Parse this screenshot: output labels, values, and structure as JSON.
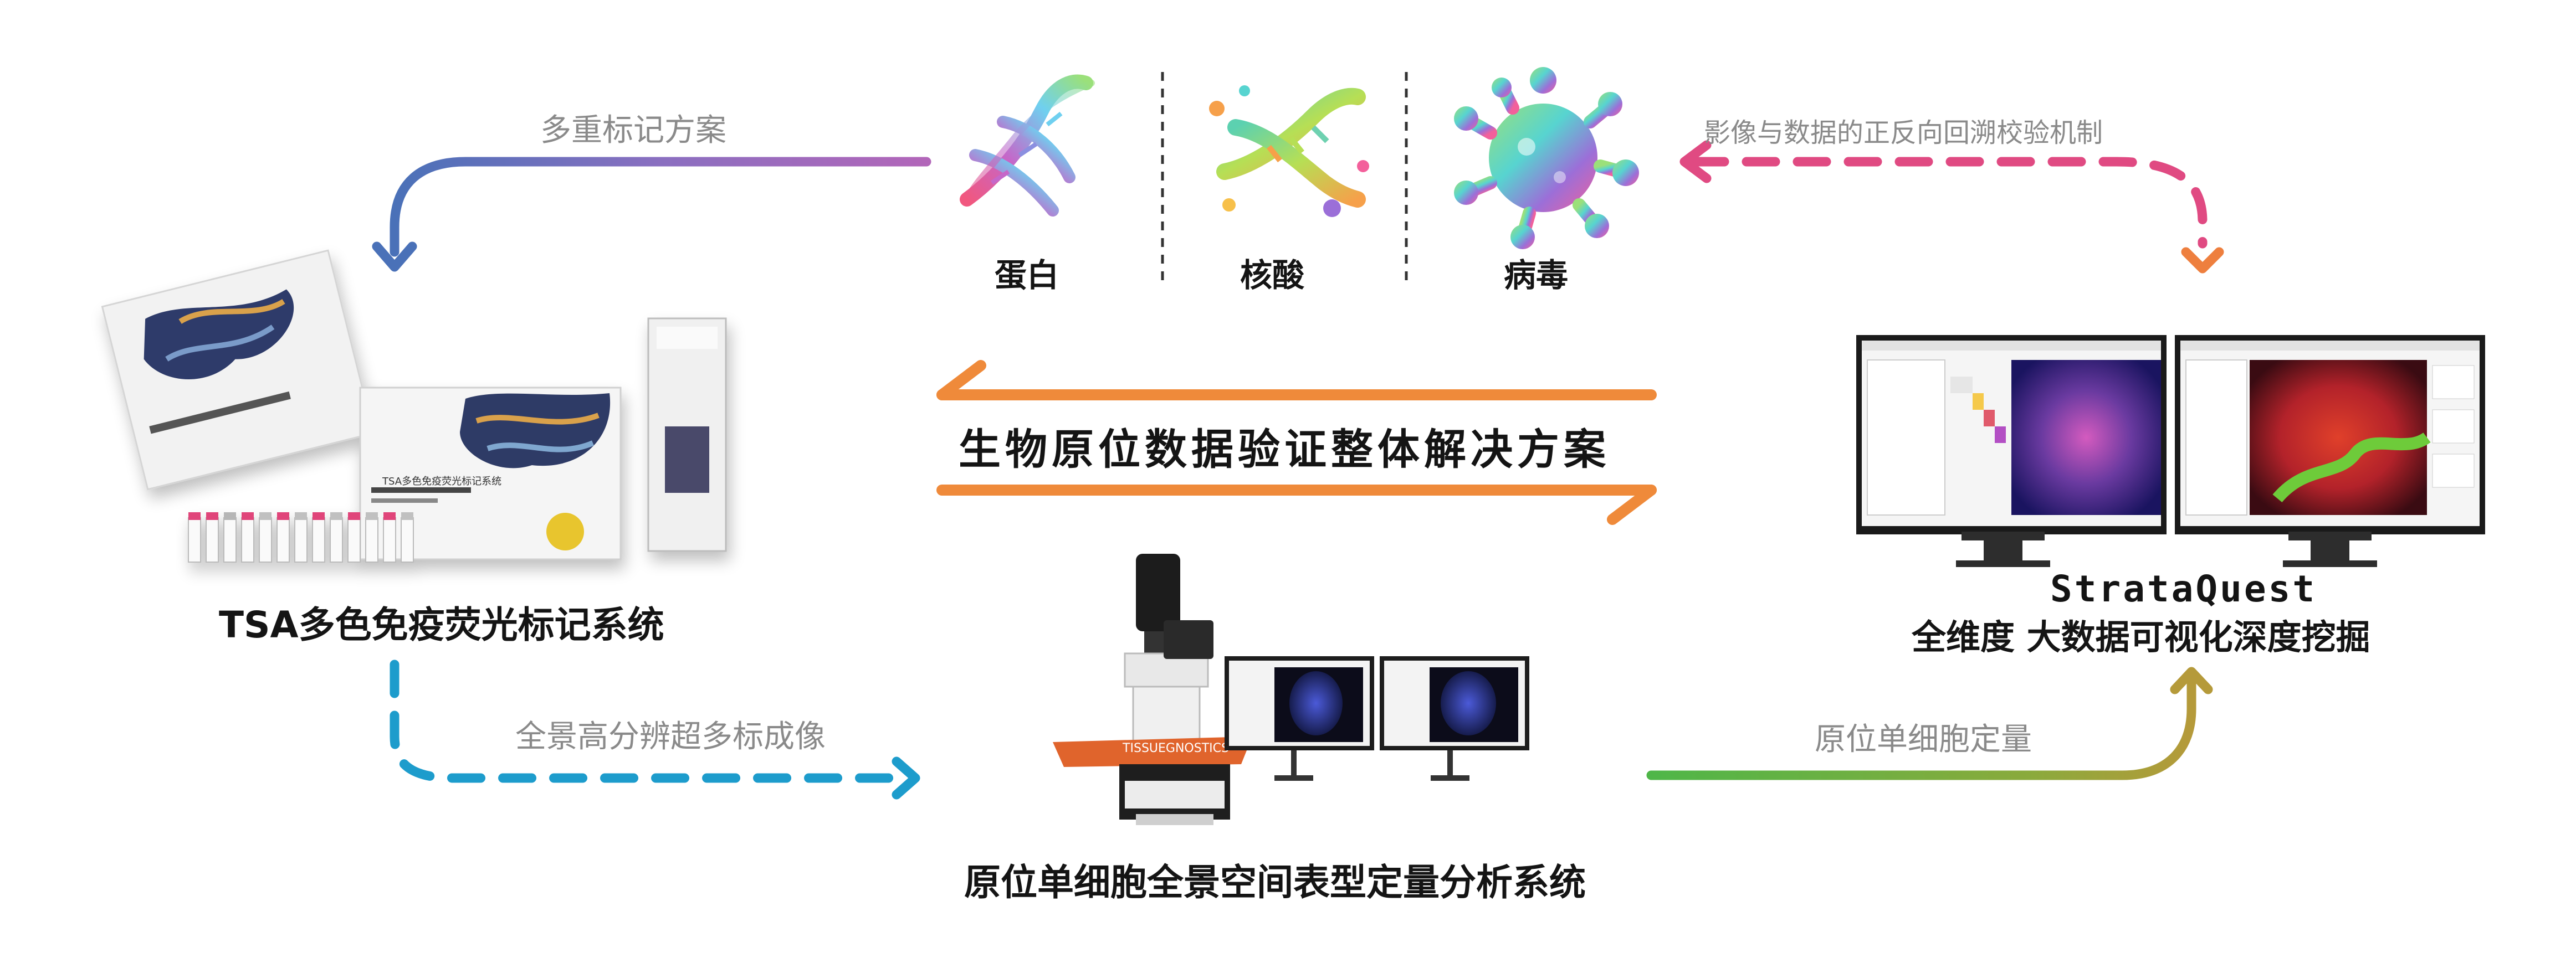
{
  "center_title": "生物原位数据验证整体解决方案",
  "arrows": {
    "multiplex_scheme": "多重标记方案",
    "panoramic_imaging": "全景高分辨超多标成像",
    "single_cell_quant": "原位单细胞定量",
    "feedback_check": "影像与数据的正反向回溯校验机制"
  },
  "targets": {
    "protein": "蛋白",
    "nucleic_acid": "核酸",
    "virus": "病毒"
  },
  "products": {
    "tsa_system": "TSA多色免疫荧光标记系统",
    "tsa_box_title": "TSA多色免疫荧光标记系统",
    "imaging_system": "原位单细胞全景空间表型定量分析系统",
    "microscope_brand": "TISSUEGNOSTICS",
    "strataquest_name": "StrataQuest",
    "strataquest_desc": "全维度 大数据可视化深度挖掘"
  },
  "colors": {
    "gray_label": "#8a8a8a",
    "orange": "#ef8a3a",
    "blue_dash": "#1d9ccc",
    "pink_dash": "#e04a82",
    "green": "#5fb543",
    "purple": "#6b5fb0"
  }
}
